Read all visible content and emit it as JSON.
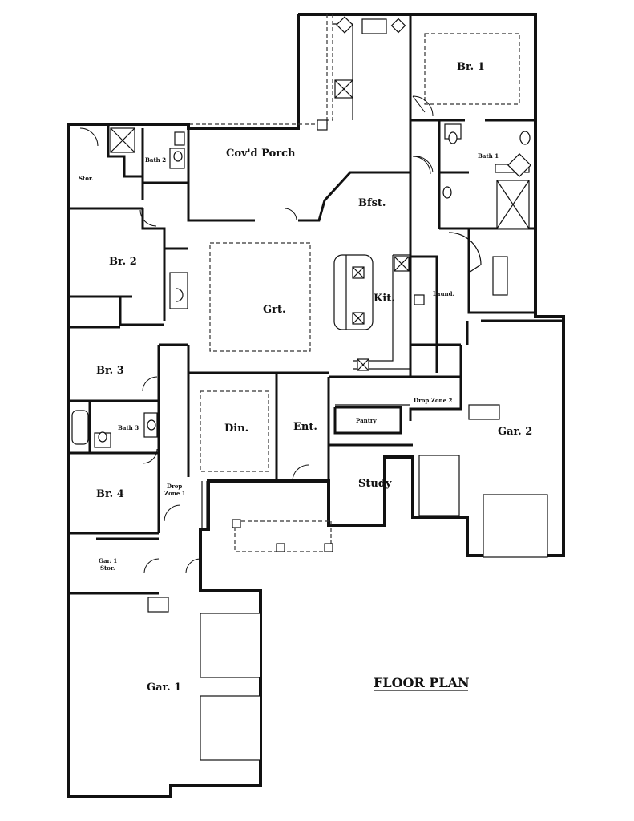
{
  "title": "FLOOR PLAN",
  "rooms": {
    "porch": "Cov'd Porch",
    "br1": "Br. 1",
    "bath1": "Bath 1",
    "bath2": "Bath 2",
    "stor": "Stor.",
    "br2": "Br. 2",
    "bfst": "Bfst.",
    "grt": "Grt.",
    "kit": "Kit.",
    "laund": "Laund.",
    "br3": "Br. 3",
    "bath3": "Bath 3",
    "din": "Din.",
    "ent": "Ent.",
    "pantry": "Pantry",
    "drop2": "Drop Zone 2",
    "gar2": "Gar. 2",
    "study": "Study",
    "br4": "Br. 4",
    "drop1_a": "Drop",
    "drop1_b": "Zone 1",
    "gar1stor_a": "Gar. 1",
    "gar1stor_b": "Stor.",
    "gar1": "Gar. 1"
  }
}
